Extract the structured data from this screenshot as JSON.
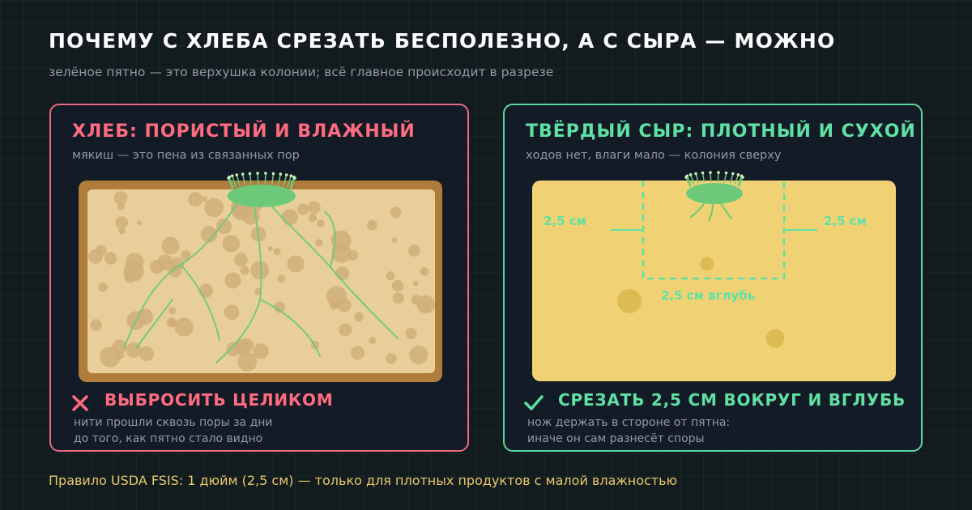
{
  "header": {
    "title": "ПОЧЕМУ С ХЛЕБА СРЕЗАТЬ БЕСПОЛЕЗНО, А С СЫРА — МОЖНО",
    "subtitle": "зелёное пятно — это верхушка колонии; всё главное происходит в разрезе"
  },
  "bread_panel": {
    "title": "ХЛЕБ: ПОРИСТЫЙ И ВЛАЖНЫЙ",
    "subtitle": "мякиш — это пена из связанных пор",
    "verdict_icon": "cross-icon",
    "verdict": "ВЫБРОСИТЬ ЦЕЛИКОМ",
    "note_line1": "нити прошли сквозь поры за дни",
    "note_line2": "до того, как пятно стало видно"
  },
  "cheese_panel": {
    "title": "ТВЁРДЫЙ СЫР: ПЛОТНЫЙ И СУХОЙ",
    "subtitle": "ходов нет, влаги мало — колония сверху",
    "left_margin_label": "2,5 см",
    "right_margin_label": "2,5 см",
    "depth_label": "2,5 см вглубь",
    "verdict_icon": "check-icon",
    "verdict": "СРЕЗАТЬ 2,5 СМ ВОКРУГ И ВГЛУБЬ",
    "note_line1": "нож держать в стороне от пятна:",
    "note_line2": "иначе он сам разнесёт споры"
  },
  "footer": {
    "rule": "Правило USDA FSIS: 1 дюйм (2,5 см) — только для плотных продуктов с малой влажностью"
  },
  "colors": {
    "background": "#121c1f",
    "bread_accent": "#ff6b81",
    "cheese_accent": "#5fe0a4",
    "mold": "#6cc97a",
    "footer_text": "#e9c866",
    "crust": "#b07c3c",
    "crumb": "#e8cf9a",
    "cheese": "#f0d275"
  }
}
